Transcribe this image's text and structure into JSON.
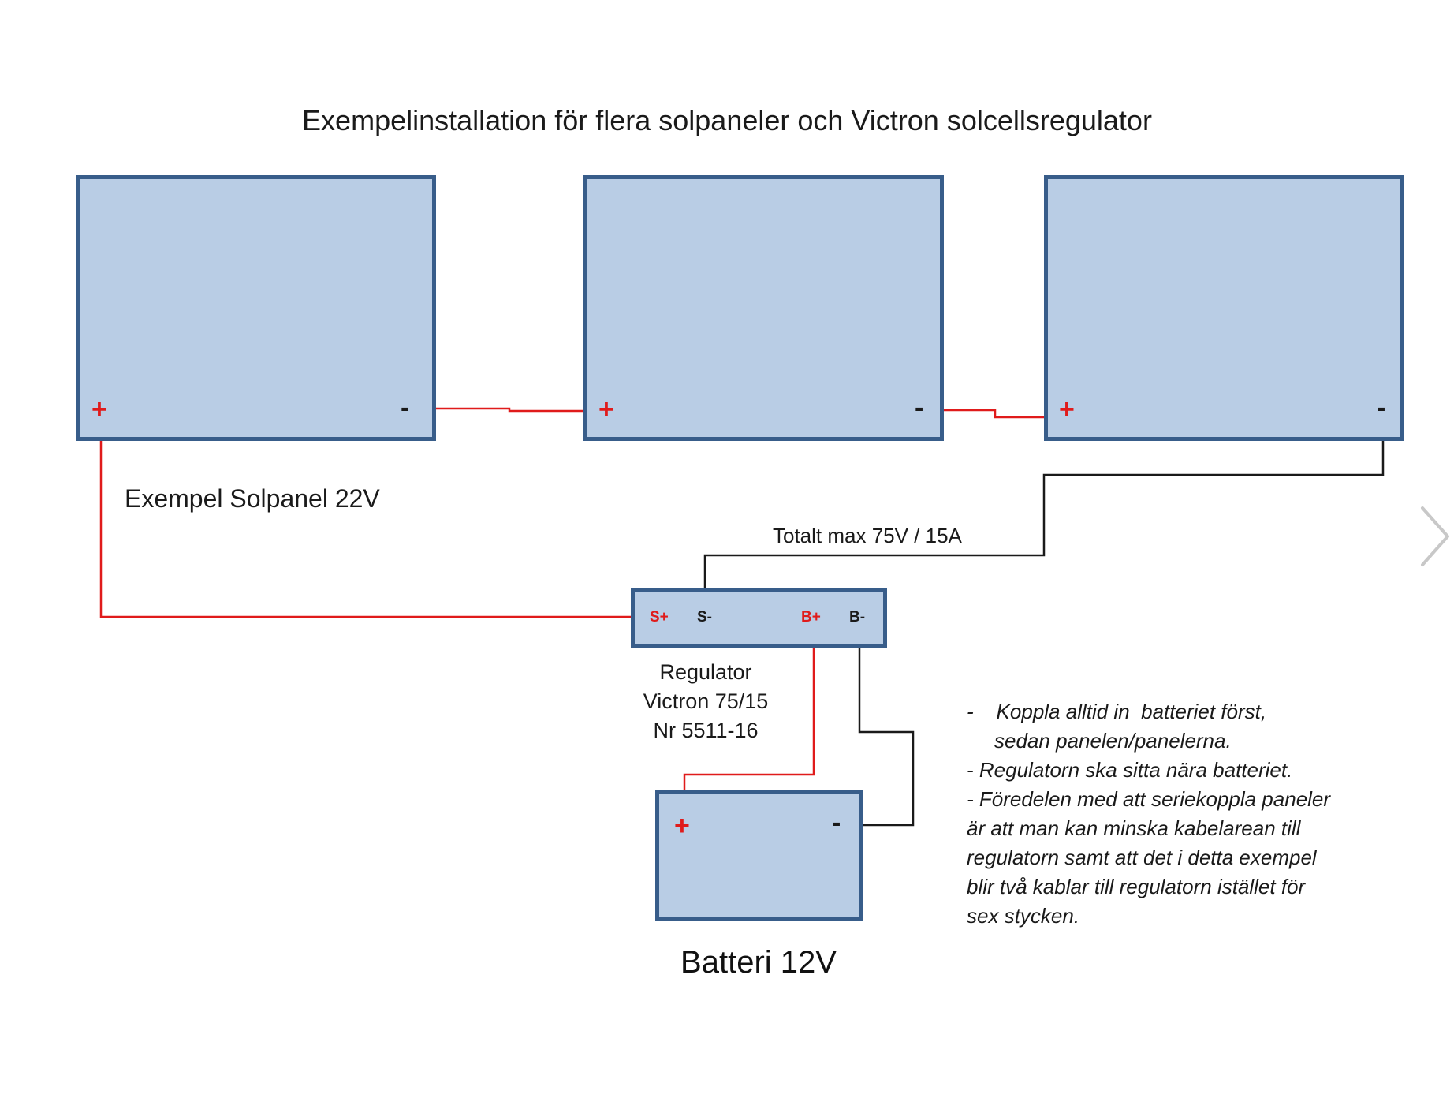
{
  "title": "Exempelinstallation  för flera solpaneler  och Victron solcellsregulator",
  "panels": [
    {
      "plus": "+",
      "minus": "-"
    },
    {
      "plus": "+",
      "minus": "-"
    },
    {
      "plus": "+",
      "minus": "-"
    }
  ],
  "panel_label": "Exempel Solpanel 22V",
  "max_label": "Totalt max 75V / 15A",
  "regulator": {
    "terminals": {
      "s_plus": "S+",
      "s_minus": "S-",
      "b_plus": "B+",
      "b_minus": "B-"
    },
    "lines": [
      "Regulator",
      "Victron 75/15",
      "Nr 5511-16"
    ]
  },
  "battery": {
    "plus": "+",
    "minus": "-",
    "label": "Batteri 12V"
  },
  "notes": [
    "-    Koppla alltid in  batteriet först,",
    "sedan panelen/panelerna.",
    "- Regulatorn ska sitta nära batteriet.",
    "- Föredelen med att seriekoppla paneler",
    "är att man kan minska kabelarean till",
    "regulatorn samt att det i detta exempel",
    "blir två kablar till regulatorn istället för",
    "sex stycken."
  ],
  "colors": {
    "box_fill": "#b9cde5",
    "box_border": "#385d8a",
    "positive_wire": "#e01b1b",
    "negative_wire": "#1a1a1a"
  },
  "icons": {
    "next": "chevron-right-icon"
  }
}
